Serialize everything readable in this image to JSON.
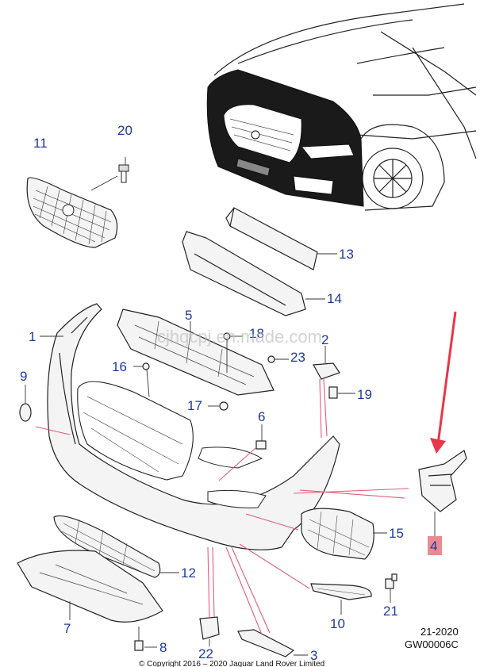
{
  "diagram": {
    "part_labels": [
      {
        "id": "1",
        "text": "1"
      },
      {
        "id": "2",
        "text": "2"
      },
      {
        "id": "3",
        "text": "3"
      },
      {
        "id": "4",
        "text": "4"
      },
      {
        "id": "5",
        "text": "5"
      },
      {
        "id": "6",
        "text": "6"
      },
      {
        "id": "7",
        "text": "7"
      },
      {
        "id": "8",
        "text": "8"
      },
      {
        "id": "9",
        "text": "9"
      },
      {
        "id": "10",
        "text": "10"
      },
      {
        "id": "11",
        "text": "11"
      },
      {
        "id": "12",
        "text": "12"
      },
      {
        "id": "13",
        "text": "13"
      },
      {
        "id": "14",
        "text": "14"
      },
      {
        "id": "15",
        "text": "15"
      },
      {
        "id": "16",
        "text": "16"
      },
      {
        "id": "17",
        "text": "17"
      },
      {
        "id": "18",
        "text": "18"
      },
      {
        "id": "19",
        "text": "19"
      },
      {
        "id": "20",
        "text": "20"
      },
      {
        "id": "21",
        "text": "21"
      },
      {
        "id": "22",
        "text": "22"
      },
      {
        "id": "23",
        "text": "23"
      }
    ],
    "ref_date": "21-2020",
    "ref_code": "GW00006C",
    "copyright": "© Copyright  2016 – 2020  Jaguar Land Rover Limited",
    "watermark": "cjhqcpj.en.made.com",
    "highlight_color": "#e8364a",
    "label_color": "#1f3a9e",
    "highlight_box_color": "#e98b93"
  }
}
